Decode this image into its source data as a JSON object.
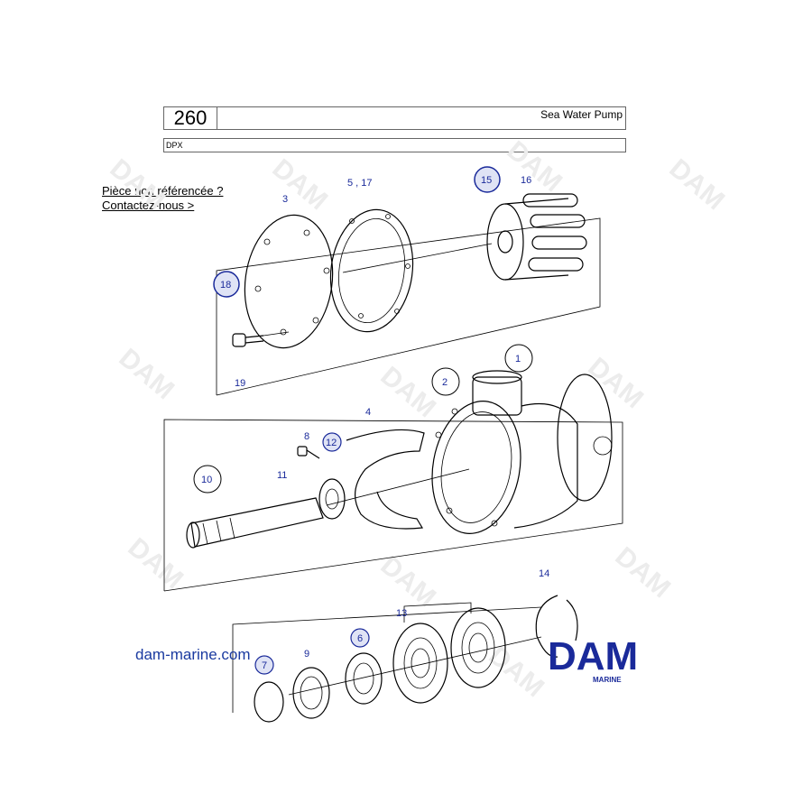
{
  "header": {
    "page_number": "260",
    "title": "Sea Water Pump",
    "model": "DPX"
  },
  "contact": {
    "line1": "Pièce non référencée ?",
    "line2": "Contactez-nous >"
  },
  "website": "dam-marine.com",
  "logo": {
    "text": "DAM",
    "subtext": "MARINE",
    "color": "#1a2a9a"
  },
  "callouts": {
    "c1": "1",
    "c2": "2",
    "c3": "3",
    "c4": "4",
    "c5_17": "5 , 17",
    "c6": "6",
    "c7": "7",
    "c8": "8",
    "c9": "9",
    "c10": "10",
    "c11": "11",
    "c12": "12",
    "c13": "13",
    "c14": "14",
    "c15": "15",
    "c16": "16",
    "c18": "18",
    "c19": "19"
  },
  "watermark": "DAM"
}
